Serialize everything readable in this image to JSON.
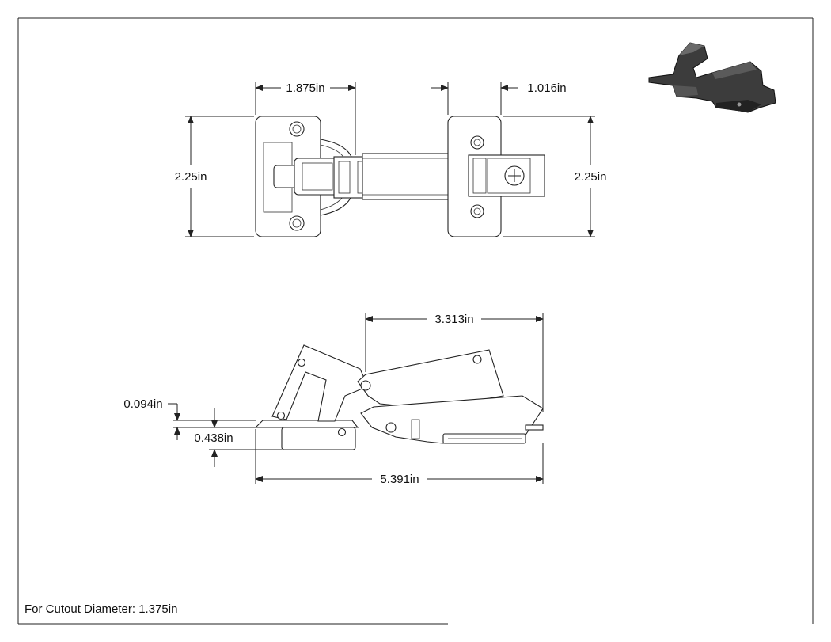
{
  "drawing": {
    "top_view": {
      "dim_plate_width": "1.875in",
      "dim_arm_plate_width": "1.016in",
      "dim_height_left": "2.25in",
      "dim_height_right": "2.25in"
    },
    "side_view": {
      "dim_arm_length": "3.313in",
      "dim_overall_length": "5.391in",
      "dim_plate_thickness": "0.094in",
      "dim_cup_depth": "0.438in"
    },
    "note": "For Cutout Diameter: 1.375in"
  }
}
